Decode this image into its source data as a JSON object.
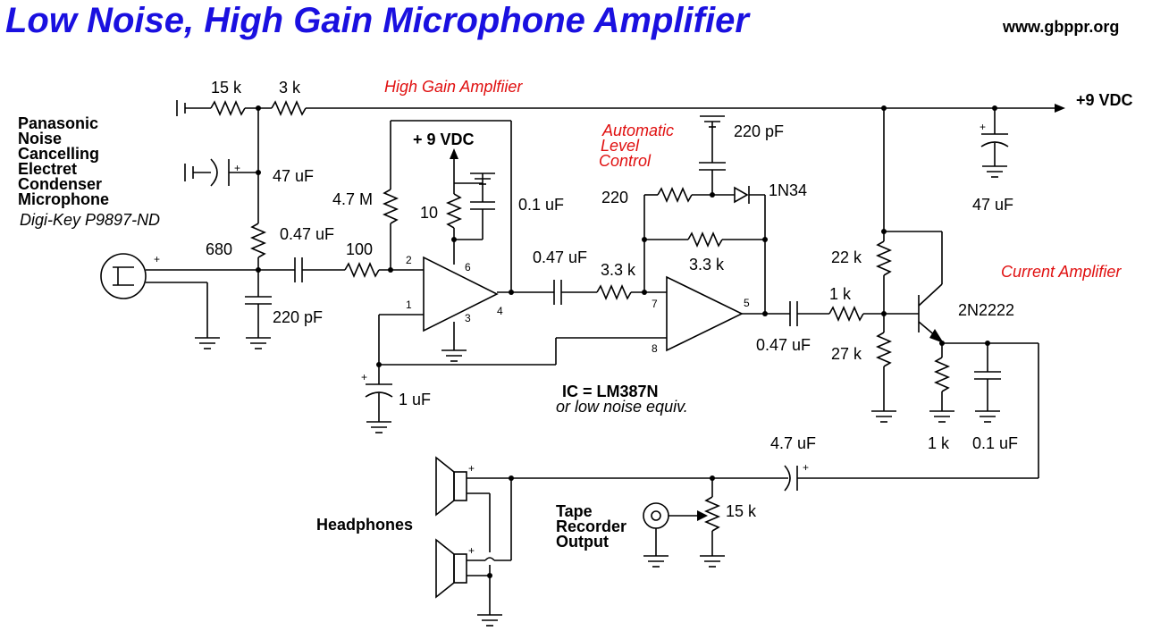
{
  "title": "Low Noise, High Gain Microphone Amplifier",
  "website": "www.gbppr.org",
  "sections": {
    "high_gain": "High Gain Amplfiier",
    "alc": [
      "Automatic",
      "Level",
      "Control"
    ],
    "current_amp": "Current Amplifier"
  },
  "supply": {
    "main": "+9 VDC",
    "ic": "+ 9 VDC"
  },
  "microphone": {
    "lines": [
      "Panasonic",
      "Noise",
      "Cancelling",
      "Electret",
      "Condenser",
      "Microphone"
    ],
    "part": "Digi-Key P9897-ND"
  },
  "ic": {
    "name": "IC = LM387N",
    "alt": "or low noise equiv."
  },
  "pins": {
    "p1": "1",
    "p2": "2",
    "p3": "3",
    "p4": "4",
    "p5": "5",
    "p6": "6",
    "p7": "7",
    "p8": "8"
  },
  "components": {
    "r_15k_top": "15 k",
    "r_3k_top": "3 k",
    "c_47uf_mic": "47 uF",
    "r_680": "680",
    "c_047_in": "0.47 uF",
    "r_100": "100",
    "c_220pf_in": "220 pF",
    "r_47m": "4.7 M",
    "r_10": "10",
    "c_01_ic": "0.1 uF",
    "c_1uf": "1 uF",
    "c_047_mid": "0.47 uF",
    "r_33k_in": "3.3 k",
    "r_33k_fb": "3.3 k",
    "r_220": "220",
    "c_220pf_alc": "220 pF",
    "d_1n34": "1N34",
    "c_47uf_supply": "47 uF",
    "r_22k": "22 k",
    "r_27k": "27 k",
    "r_1k_base": "1 k",
    "c_047_out": "0.47 uF",
    "q_2n2222": "2N2222",
    "r_1k_emit": "1 k",
    "c_01_emit": "0.1 uF",
    "c_47uf_out": "4.7 uF",
    "pot_15k": "15 k"
  },
  "outputs": {
    "headphones": "Headphones",
    "tape": [
      "Tape",
      "Recorder",
      "Output"
    ]
  },
  "colors": {
    "title": "#1a10e0",
    "section": "#e01010",
    "wire": "#000000"
  }
}
